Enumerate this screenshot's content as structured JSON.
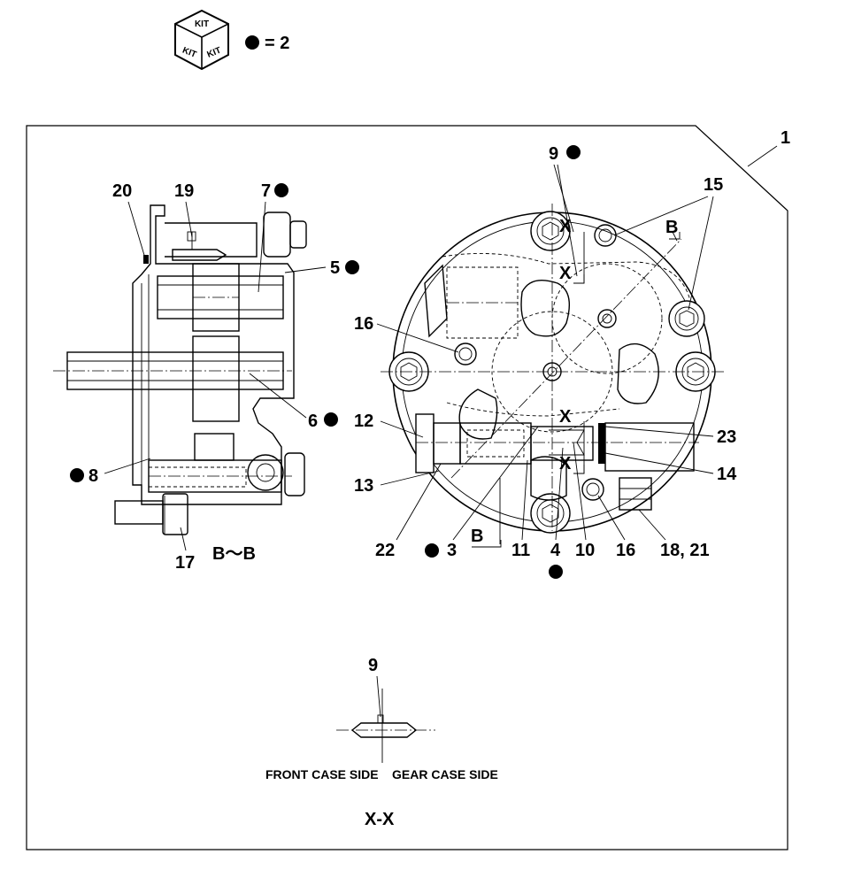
{
  "legend": {
    "kit_icon": "kit-cube-icon",
    "kit_text": "KIT",
    "quantity": "= 2"
  },
  "views": {
    "section_b": "B～B",
    "section_x": "X-X",
    "front_case": "FRONT CASE SIDE",
    "gear_case": "GEAR CASE SIDE"
  },
  "markers": {
    "b": "B",
    "x": "X"
  },
  "callouts": {
    "c1": "1",
    "c3": "3",
    "c4": "4",
    "c5": "5",
    "c6": "6",
    "c7": "7",
    "c8": "8",
    "c9": "9",
    "c10": "10",
    "c11": "11",
    "c12": "12",
    "c13": "13",
    "c14": "14",
    "c15": "15",
    "c16": "16",
    "c17": "17",
    "c19": "19",
    "c20": "20",
    "c22": "22",
    "c23": "23",
    "c18_21": "18, 21"
  }
}
